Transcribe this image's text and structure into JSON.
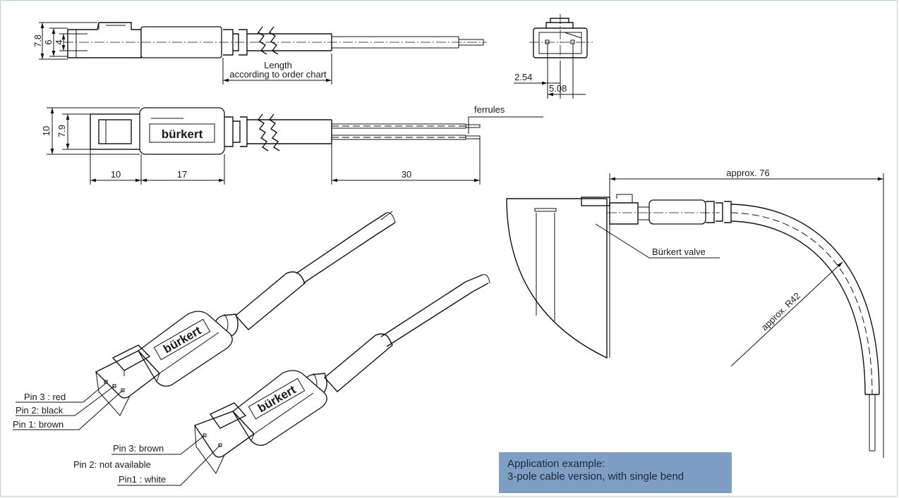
{
  "top_view": {
    "dims": {
      "h1": "7.8",
      "h2": "6",
      "h3": "4"
    },
    "length_label_1": "Length",
    "length_label_2": "according to order chart"
  },
  "end_view": {
    "dim_a": "2.54",
    "dim_b": "5.08"
  },
  "side_view": {
    "brand": "bürkert",
    "dim_height_outer": "10",
    "dim_height_inner": "7.9",
    "dim_a": "10",
    "dim_b": "17",
    "dim_c": "30",
    "ferrules": "ferrules"
  },
  "iso_left": {
    "brand": "bürkert",
    "pins": [
      "Pin 3 : red",
      "Pin 2: black",
      "Pin 1: brown"
    ]
  },
  "iso_right": {
    "brand": "bürkert",
    "pins": [
      "Pin 3: brown",
      "Pin 2: not available",
      "Pin1 : white"
    ]
  },
  "application": {
    "width": "approx. 76",
    "radius": "approx. R42",
    "valve": "Bürkert valve",
    "box_line1": "Application example:",
    "box_line2": "3-pole cable version, with single bend"
  }
}
